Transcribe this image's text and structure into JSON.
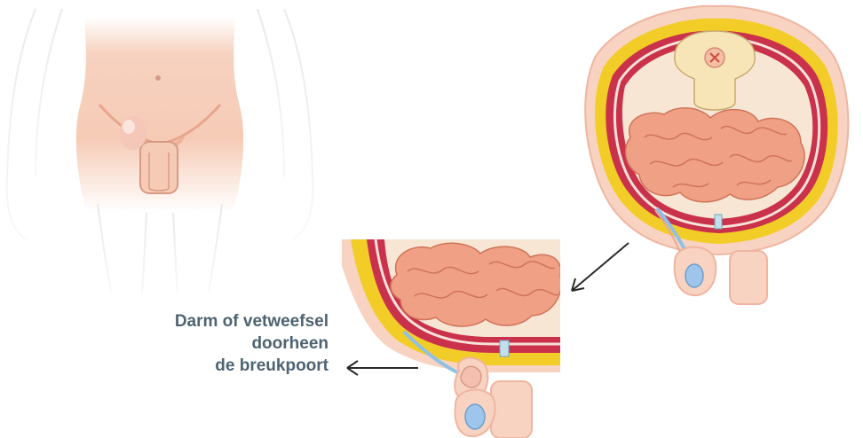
{
  "caption": {
    "line1": "Darm of vetweefsel",
    "line2": "doorheen",
    "line3": "de breukpoort"
  },
  "colors": {
    "skin": "#f5cdb8",
    "skin_shadow": "#eeb39c",
    "intestine": "#f0a085",
    "intestine_outline": "#d0765a",
    "fat_layer": "#f3d02a",
    "muscle": "#d13a48",
    "hernia_sac": "#9ec6ec",
    "bone": "#f7e5b8",
    "text": "#4d6372"
  },
  "icons": [
    "arrow-down-left-icon",
    "arrow-left-icon"
  ]
}
